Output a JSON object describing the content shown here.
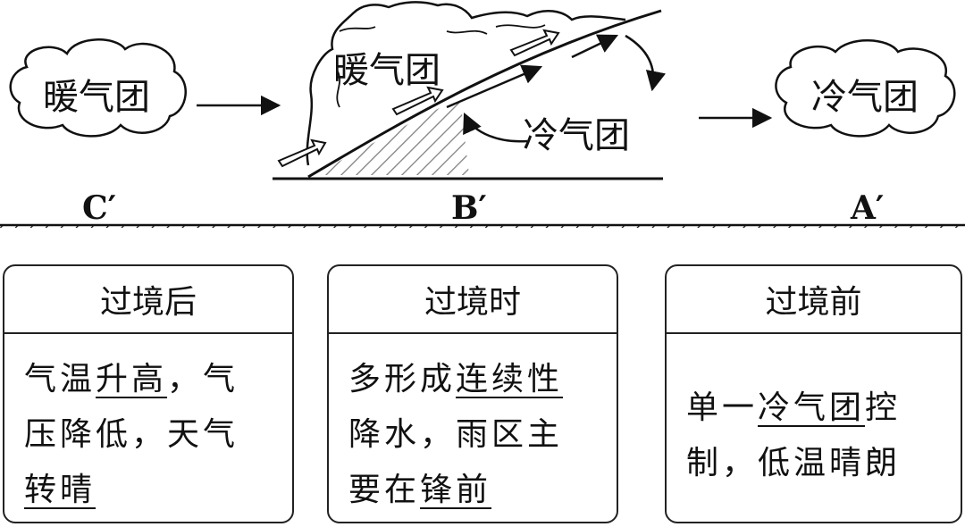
{
  "diagram": {
    "warm_air_left": "暖气团",
    "warm_air_upper": "暖气团",
    "cold_air_front": "冷气团",
    "cold_air_right": "冷气团",
    "point_c": "C′",
    "point_b": "B′",
    "point_a": "A′"
  },
  "panels": {
    "after": {
      "title": "过境后",
      "body_parts": [
        {
          "text": "气温"
        },
        {
          "text": "升高",
          "underline": true
        },
        {
          "text": "，气压降低，天气"
        },
        {
          "text": "转晴",
          "underline": true
        }
      ]
    },
    "during": {
      "title": "过境时",
      "body_parts": [
        {
          "text": "多形成"
        },
        {
          "text": "连续性",
          "underline": true
        },
        {
          "text": "降水，雨区主要在"
        },
        {
          "text": "锋前",
          "underline": true
        }
      ]
    },
    "before": {
      "title": "过境前",
      "body_parts": [
        {
          "text": "单一"
        },
        {
          "text": "冷气团",
          "underline": true
        },
        {
          "text": "控制，低温晴朗"
        }
      ]
    }
  }
}
